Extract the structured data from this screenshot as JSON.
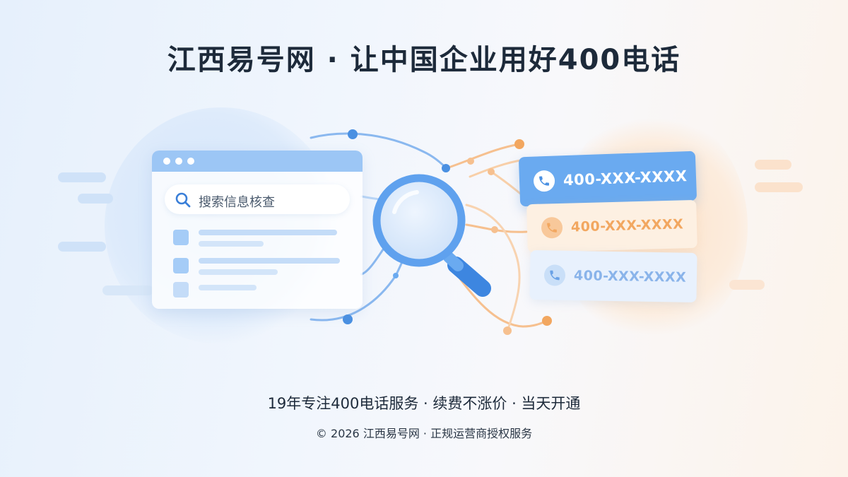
{
  "headline": "江西易号网 · 让中国企业用好400电话",
  "search": {
    "text": "搜索信息核查"
  },
  "phone_cards": [
    {
      "number": "400-XXX-XXXX",
      "accent": "#6aaaf0"
    },
    {
      "number": "400-XXX-XXXX",
      "accent": "#f2a760"
    },
    {
      "number": "400-XXX-XXXX",
      "accent": "#8ab4ea"
    }
  ],
  "tagline": "19年专注400电话服务 · 续费不涨价 · 当天开通",
  "footer": "© 2026 江西易号网 · 正规运营商授权服务",
  "colors": {
    "blue": "#4a90e2",
    "orange": "#f2a760",
    "text": "#1d2a3a"
  },
  "icons": [
    "search-icon",
    "magnifier-icon",
    "phone-icon"
  ]
}
